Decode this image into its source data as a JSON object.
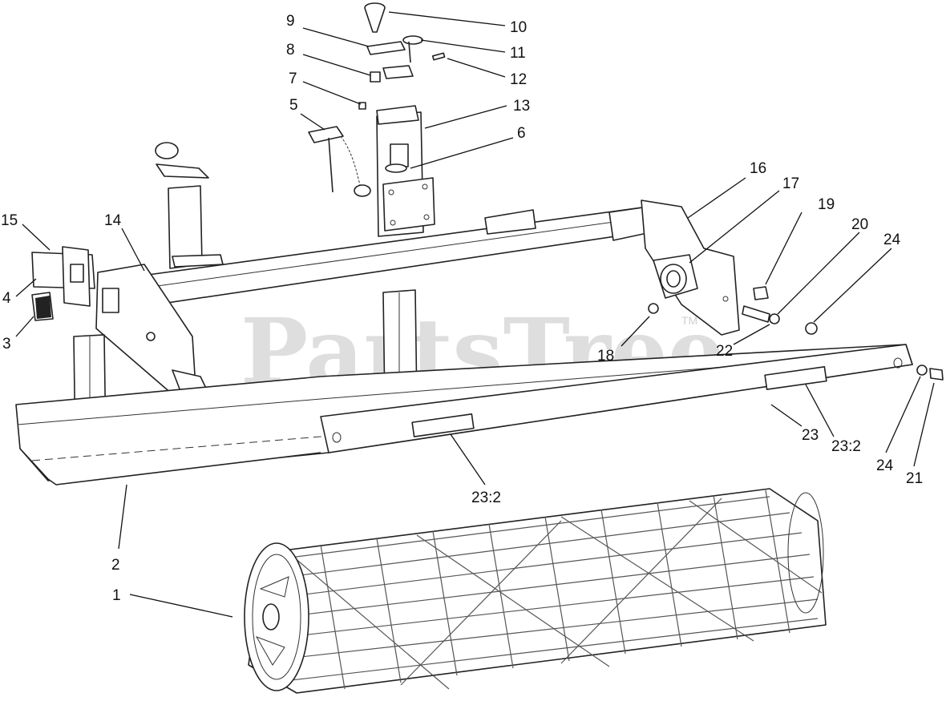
{
  "watermark": {
    "text": "PartsTree",
    "tm": "TM"
  },
  "callouts": {
    "c1": "1",
    "c2": "2",
    "c3": "3",
    "c4": "4",
    "c5": "5",
    "c6": "6",
    "c7": "7",
    "c8": "8",
    "c9": "9",
    "c10": "10",
    "c11": "11",
    "c12": "12",
    "c13": "13",
    "c14": "14",
    "c15": "15",
    "c16": "16",
    "c17": "17",
    "c18": "18",
    "c19": "19",
    "c20": "20",
    "c21": "21",
    "c22": "22",
    "c23": "23",
    "c23b": "23:2",
    "c23c": "23:2",
    "c24": "24",
    "c24b": "24"
  }
}
